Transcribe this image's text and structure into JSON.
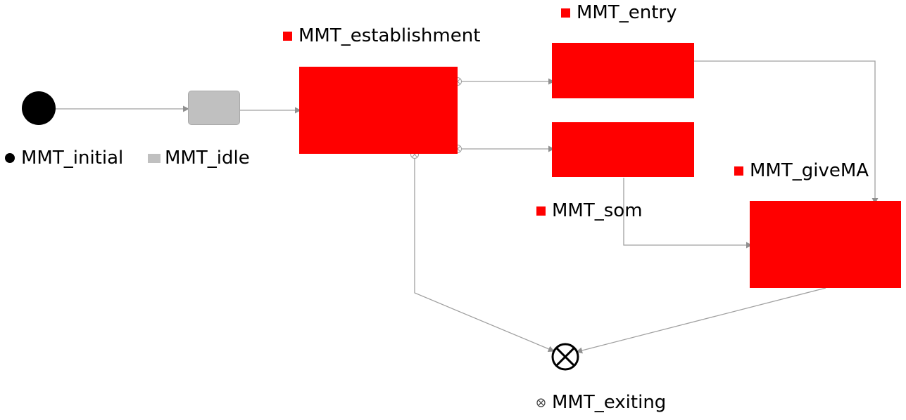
{
  "diagram": {
    "colors": {
      "state_fill": "#ff0000",
      "idle_fill": "#c0c0c0",
      "initial_fill": "#000000",
      "edge": "#a0a0a0"
    },
    "states": {
      "initial": {
        "label": "MMT_initial",
        "kind": "initial"
      },
      "idle": {
        "label": "MMT_idle",
        "kind": "state"
      },
      "establishment": {
        "label": "MMT_establishment",
        "kind": "state"
      },
      "entry": {
        "label": "MMT_entry",
        "kind": "state"
      },
      "som": {
        "label": "MMT_som",
        "kind": "state"
      },
      "givema": {
        "label": "MMT_giveMA",
        "kind": "state"
      },
      "exiting": {
        "label": "MMT_exiting",
        "kind": "final"
      }
    },
    "transitions": [
      {
        "from": "MMT_initial",
        "to": "MMT_idle"
      },
      {
        "from": "MMT_idle",
        "to": "MMT_establishment"
      },
      {
        "from": "MMT_establishment",
        "to": "MMT_entry"
      },
      {
        "from": "MMT_establishment",
        "to": "MMT_som"
      },
      {
        "from": "MMT_establishment",
        "to": "MMT_exiting"
      },
      {
        "from": "MMT_entry",
        "to": "MMT_giveMA"
      },
      {
        "from": "MMT_som",
        "to": "MMT_giveMA"
      },
      {
        "from": "MMT_giveMA",
        "to": "MMT_exiting"
      }
    ]
  }
}
